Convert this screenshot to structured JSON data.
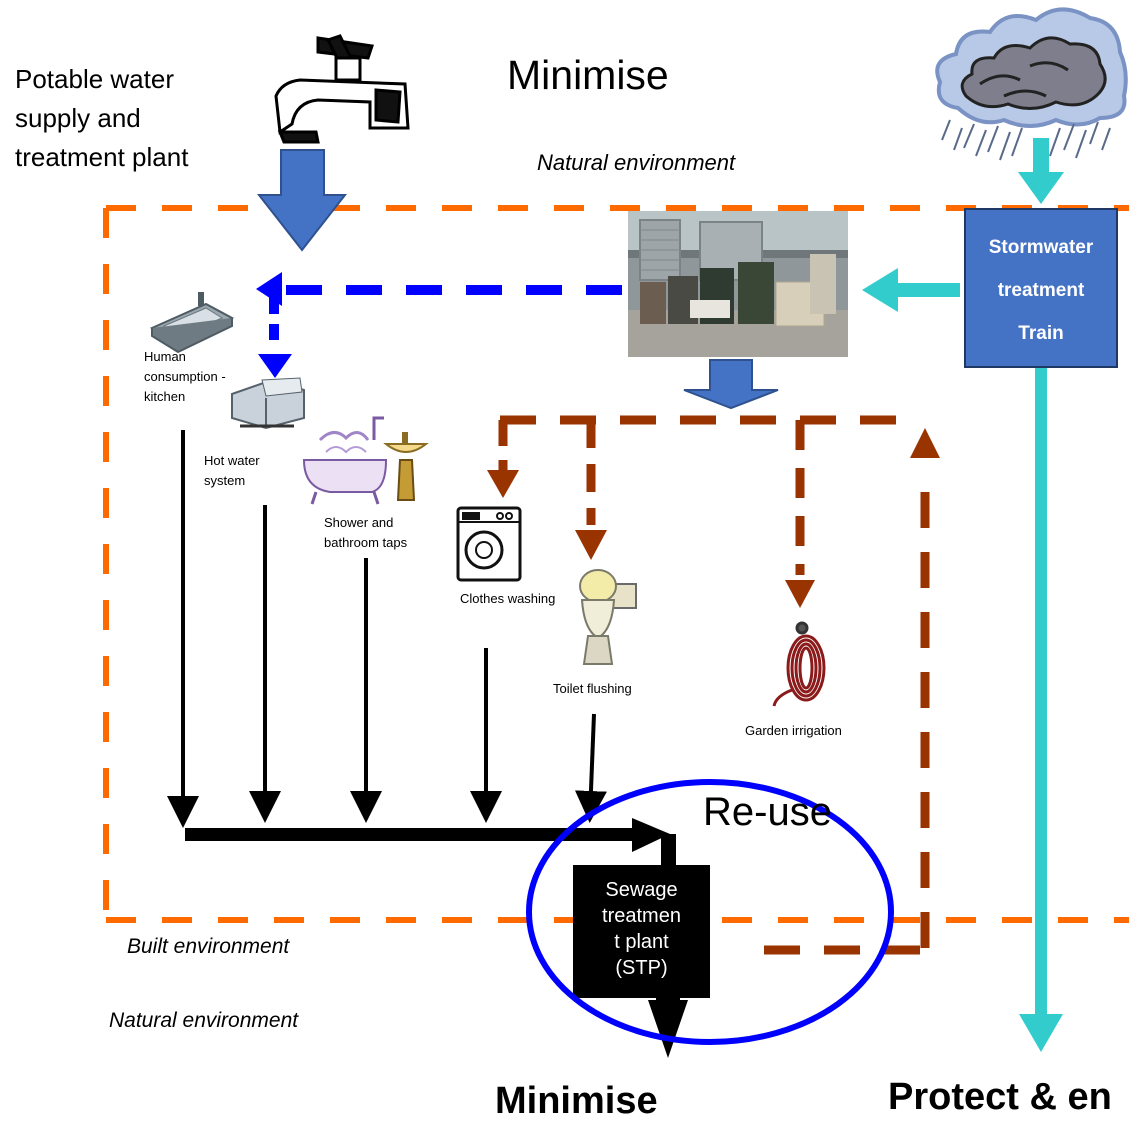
{
  "labels": {
    "potable": [
      "Potable water",
      "supply and",
      "treatment plant"
    ],
    "minimise_top": "Minimise",
    "natural_env_top": "Natural environment",
    "natural_env_bottom": "Natural environment",
    "built_env": "Built environment",
    "stormwater": [
      "Stormwater",
      "treatment",
      "Train"
    ],
    "human_consumption": [
      "Human",
      "consumption -",
      "kitchen"
    ],
    "hot_water": [
      "Hot water",
      "system"
    ],
    "shower": [
      "Shower and",
      "bathroom taps"
    ],
    "clothes": "Clothes washing",
    "toilet": "Toilet flushing",
    "garden": "Garden irrigation",
    "reuse": "Re-use",
    "stp": [
      "Sewage",
      "treatmen",
      "t plant",
      "(STP)"
    ],
    "minimise_bottom": "Minimise",
    "protect": "Protect & en"
  },
  "icons": {
    "tap": "tap-icon",
    "cloud": "storm-cloud-icon",
    "sink": "kitchen-sink-icon",
    "hot_water": "hot-water-tank-icon",
    "bath": "bathtub-icon",
    "basin": "pedestal-basin-icon",
    "washer": "washing-machine-icon",
    "toilet": "toilet-icon",
    "hose": "garden-hose-icon",
    "tanks": "rainwater-tanks-photo"
  },
  "colors": {
    "built_boundary": "#ff6a00",
    "potable_arrow": "#4472c4",
    "reuse_line": "#0000ff",
    "recycled_line": "#993300",
    "stormwater_box": "#4472c4",
    "stormwater_flow": "#33cccc",
    "sewage_line": "#000000",
    "stp_box": "#000000",
    "reuse_ellipse": "#0000ff"
  }
}
